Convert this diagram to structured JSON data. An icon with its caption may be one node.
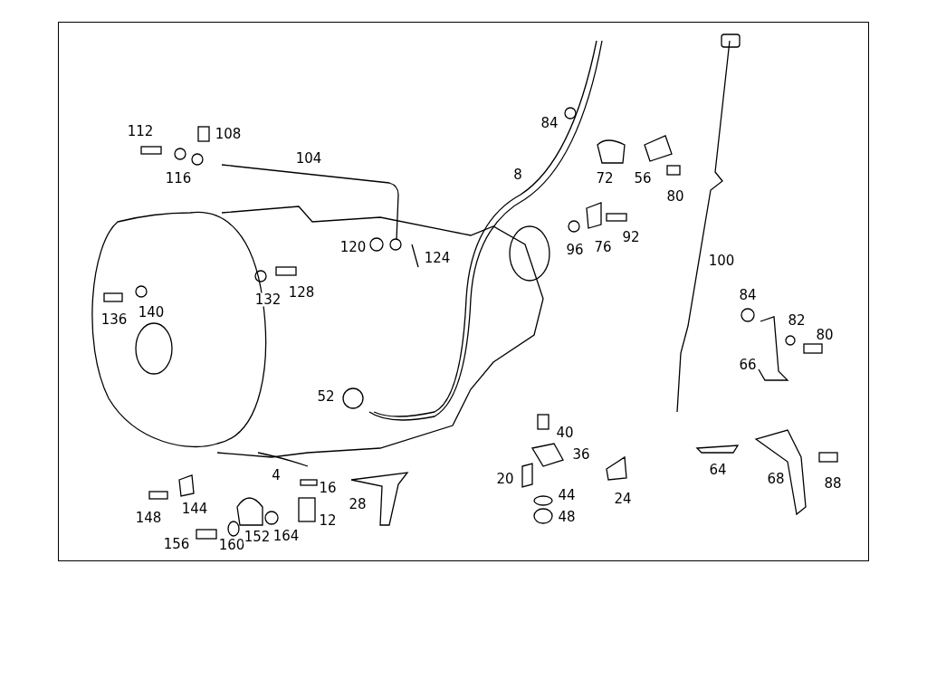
{
  "diagram": {
    "labels": [
      "112",
      "108",
      "104",
      "116",
      "84",
      "8",
      "72",
      "56",
      "80",
      "120",
      "124",
      "96",
      "76",
      "92",
      "100",
      "132",
      "128",
      "136",
      "140",
      "84",
      "82",
      "80",
      "66",
      "52",
      "40",
      "36",
      "4",
      "16",
      "20",
      "44",
      "24",
      "64",
      "68",
      "88",
      "148",
      "144",
      "28",
      "12",
      "48",
      "156",
      "160",
      "152",
      "164"
    ]
  }
}
